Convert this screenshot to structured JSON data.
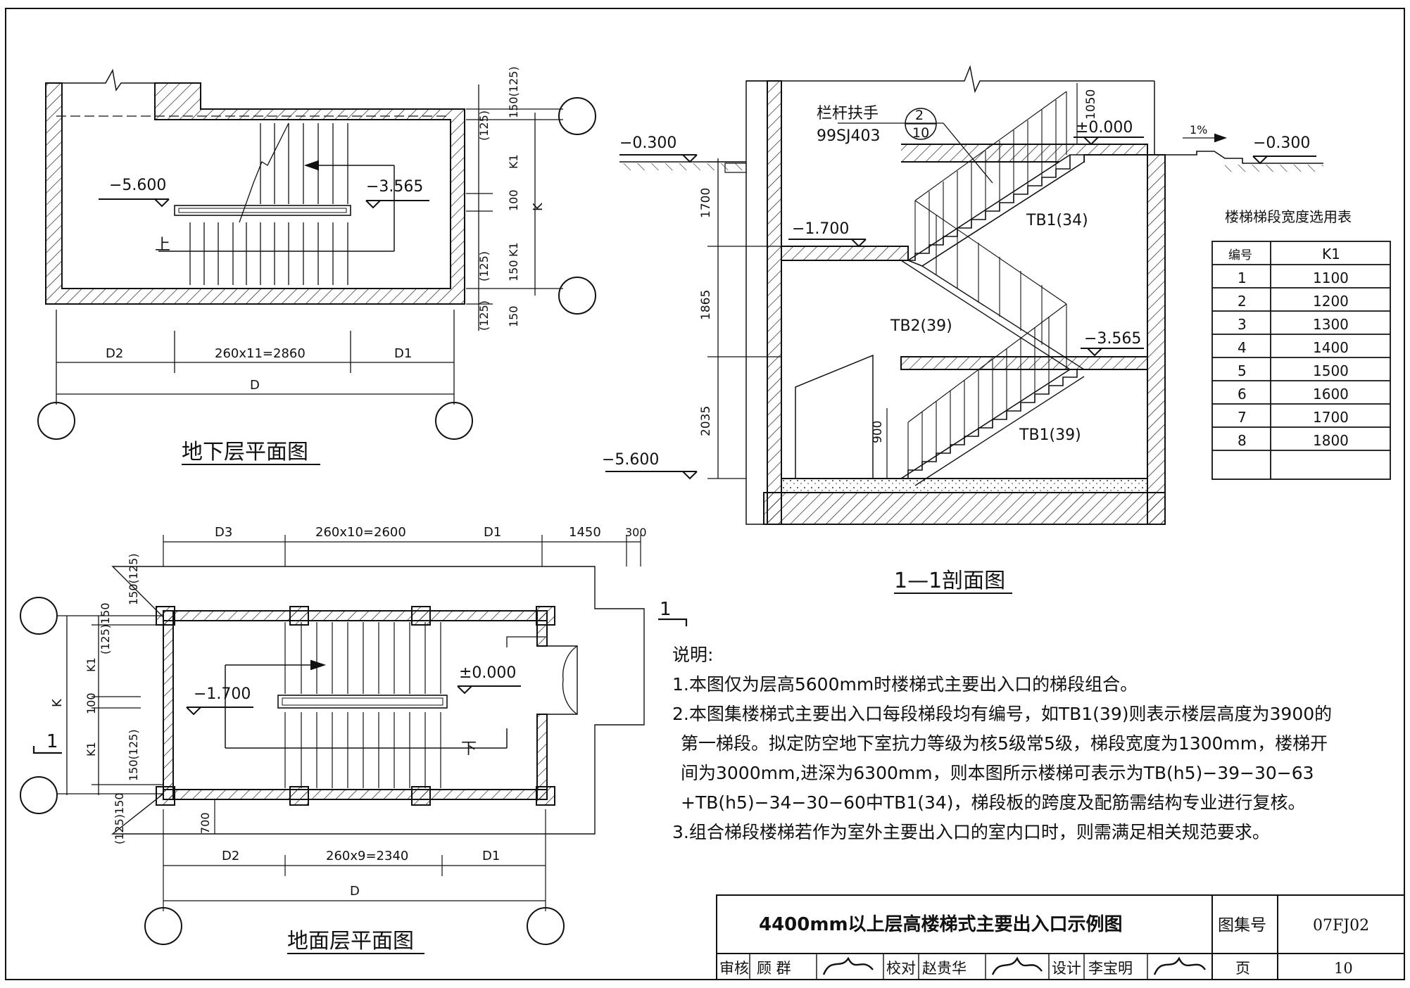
{
  "basement_plan": {
    "title": "地下层平面图",
    "level_main": "−5.600",
    "level_landing": "−3.565",
    "up_label": "上",
    "dim_steps": "260x11=2860",
    "dim_d1": "D1",
    "dim_d2": "D2",
    "dim_d": "D",
    "dim_right": [
      "150(125)",
      "(125)",
      "K1",
      "100",
      "K1",
      "(125)",
      "150",
      "(125)",
      "150"
    ],
    "dim_k": "K"
  },
  "section": {
    "title": "1—1剖面图",
    "rail_label": "栏杆扶手",
    "rail_ref": "99SJ403",
    "rail_detail_top": "2",
    "rail_detail_bottom": "10",
    "level_top": "±0.000",
    "level_left_ground": "−0.300",
    "level_right_ground": "−0.300",
    "slope": "1%",
    "level_landing1": "−1.700",
    "level_landing2": "−3.565",
    "level_bottom": "−5.600",
    "dim_1700": "1700",
    "dim_1865": "1865",
    "dim_2035": "2035",
    "dim_1050": "1050",
    "dim_900": "900",
    "flight1": "TB1(34)",
    "flight2": "TB2(39)",
    "flight3": "TB1(39)"
  },
  "width_table": {
    "title": "楼梯梯段宽度选用表",
    "headers": [
      "编号",
      "K1"
    ],
    "rows": [
      [
        "1",
        "1100"
      ],
      [
        "2",
        "1200"
      ],
      [
        "3",
        "1300"
      ],
      [
        "4",
        "1400"
      ],
      [
        "5",
        "1500"
      ],
      [
        "6",
        "1600"
      ],
      [
        "7",
        "1700"
      ],
      [
        "8",
        "1800"
      ]
    ]
  },
  "ground_plan": {
    "title": "地面层平面图",
    "level_main": "±0.000",
    "level_landing": "−1.700",
    "down_label": "下",
    "dim_top_d3": "D3",
    "dim_top_steps": "260x10=2600",
    "dim_top_d1": "D1",
    "dim_top_1450": "1450",
    "dim_top_300": "300",
    "dim_bottom_d2": "D2",
    "dim_bottom_steps": "260x9=2340",
    "dim_bottom_d1": "D1",
    "dim_d": "D",
    "dim_700": "700",
    "dim_left": [
      "150(125)",
      "(125)150",
      "K1",
      "100",
      "K1",
      "150(125)",
      "(125)150"
    ],
    "dim_k": "K",
    "section_mark": "1"
  },
  "notes": {
    "heading": "说明:",
    "n1": "1.本图仅为层高5600mm时楼梯式主要出入口的梯段组合。",
    "n2a": "2.本图集楼梯式主要出入口每段梯段均有编号，如TB1(39)则表示楼层高度为3900的",
    "n2b": "第一梯段。拟定防空地下室抗力等级为核5级常5级，梯段宽度为1300mm，楼梯开",
    "n2c": "间为3000mm,进深为6300mm，则本图所示楼梯可表示为TB(h5)−39−30−63",
    "n2d": "+TB(h5)−34−30−60中TB1(34)，梯段板的跨度及配筋需结构专业进行复核。",
    "n3": "3.组合梯段楼梯若作为室外主要出入口的室内口时，则需满足相关规范要求。"
  },
  "title_block": {
    "drawing_title": "4400mm以上层高楼梯式主要出入口示例图",
    "atlas_label": "图集号",
    "atlas_no": "07FJ02",
    "review_label": "审核",
    "review_name": "顾  群",
    "check_label": "校对",
    "check_name": "赵贵华",
    "design_label": "设计",
    "design_name": "李宝明",
    "page_label": "页",
    "page_no": "10"
  }
}
